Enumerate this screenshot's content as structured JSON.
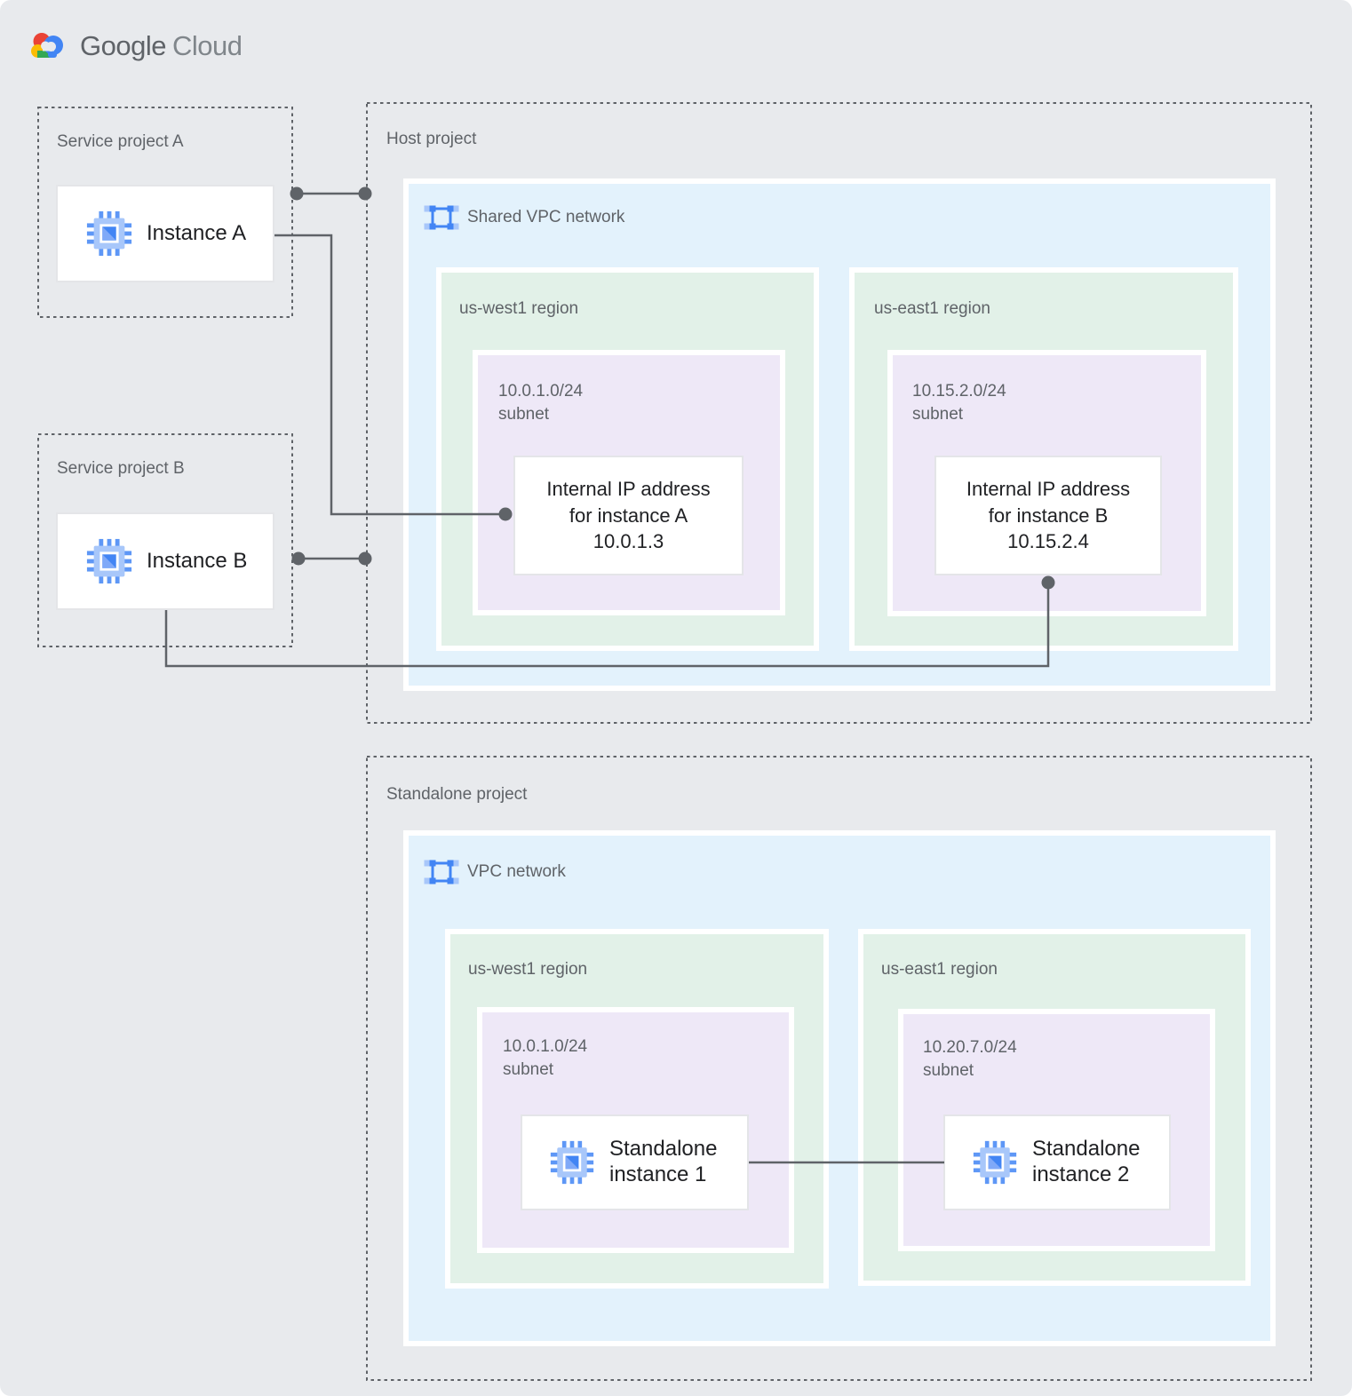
{
  "logo": {
    "google": "Google",
    "cloud": "Cloud"
  },
  "projects": {
    "service_a": {
      "title": "Service project A",
      "instance_label": "Instance A"
    },
    "service_b": {
      "title": "Service project B",
      "instance_label": "Instance B"
    },
    "host": {
      "title": "Host project",
      "network_label": "Shared VPC network",
      "regions": [
        {
          "name": "us-west1 region",
          "subnet_cidr": "10.0.1.0/24",
          "subnet_label": "subnet",
          "card": {
            "line1": "Internal IP address",
            "line2": "for instance A",
            "line3": "10.0.1.3"
          }
        },
        {
          "name": "us-east1 region",
          "subnet_cidr": "10.15.2.0/24",
          "subnet_label": "subnet",
          "card": {
            "line1": "Internal IP address",
            "line2": "for instance B",
            "line3": "10.15.2.4"
          }
        }
      ]
    },
    "standalone": {
      "title": "Standalone project",
      "network_label": "VPC network",
      "regions": [
        {
          "name": "us-west1 region",
          "subnet_cidr": "10.0.1.0/24",
          "subnet_label": "subnet",
          "card": {
            "line1": "Standalone",
            "line2": "instance 1"
          }
        },
        {
          "name": "us-east1 region",
          "subnet_cidr": "10.20.7.0/24",
          "subnet_label": "subnet",
          "card": {
            "line1": "Standalone",
            "line2": "instance 2"
          }
        }
      ]
    }
  },
  "icons": {
    "logo": "google-cloud-logo-icon",
    "instance": "compute-engine-chip-icon",
    "network": "vpc-network-icon"
  },
  "colors": {
    "background": "#E8EAED",
    "vpc_blue": "#E3F2FC",
    "region_green": "#E2F1E8",
    "subnet_purple": "#EEE8F7",
    "card_white": "#FFFFFF",
    "connector_gray": "#5F6368",
    "label_gray": "#5F6368",
    "text_dark": "#202124",
    "google_blue": "#4285F4",
    "icon_light_blue": "#A8C7FA",
    "logo_red": "#EA4335",
    "logo_yellow": "#FBBC04",
    "logo_green": "#34A853"
  }
}
